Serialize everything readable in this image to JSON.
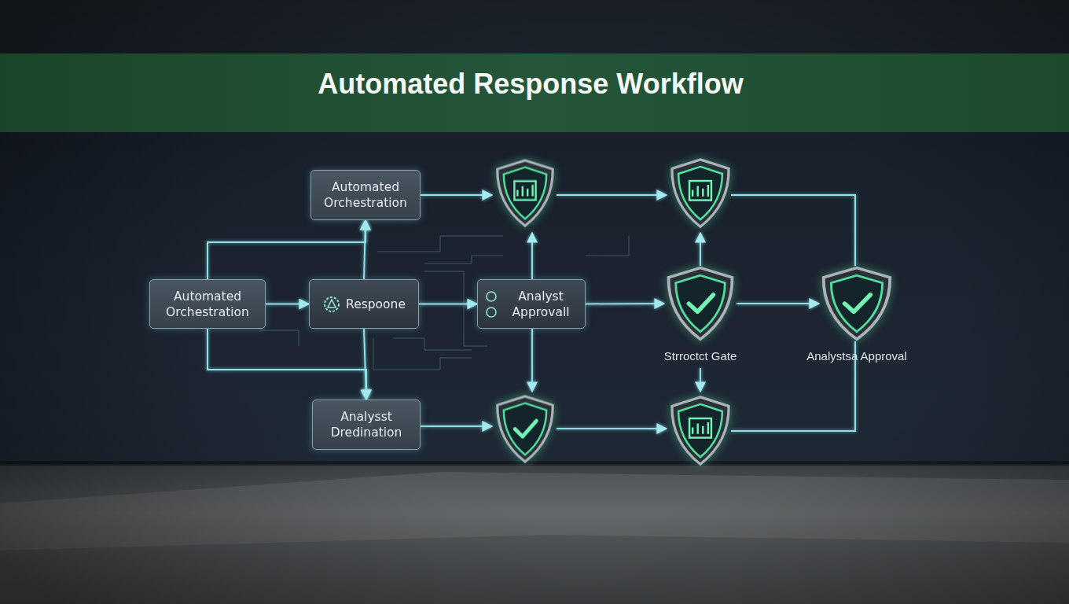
{
  "diagram": {
    "title": "Automated Response Workflow",
    "nodes": [
      {
        "text": [
          "Automated Orchestration"
        ]
      },
      {
        "text": [
          "Automated Orchestration"
        ]
      },
      {
        "text": [
          "Respoone"
        ]
      },
      {
        "text": [
          "Analyst Approvall"
        ]
      },
      {
        "text": [
          "Analysst Dredination"
        ]
      },
      {
        "text": [
          "Strroctct Gate"
        ]
      },
      {
        "text": [
          "Analystsa Approval"
        ]
      }
    ],
    "edges": [
      {
        "from": 1,
        "to": 2,
        "arrow": "to"
      },
      {
        "from": 2,
        "to": 0,
        "arrow": "to"
      },
      {
        "from": 2,
        "to": 4,
        "arrow": "to"
      },
      {
        "from": 1,
        "to": 0,
        "arrow": "to"
      },
      {
        "from": 1,
        "to": 4,
        "arrow": "to"
      },
      {
        "from": 2,
        "to": 3,
        "arrow": "to"
      },
      {
        "from": 3,
        "to": 5,
        "arrow": "to"
      },
      {
        "from": 5,
        "to": 6,
        "arrow": "to"
      }
    ]
  }
}
